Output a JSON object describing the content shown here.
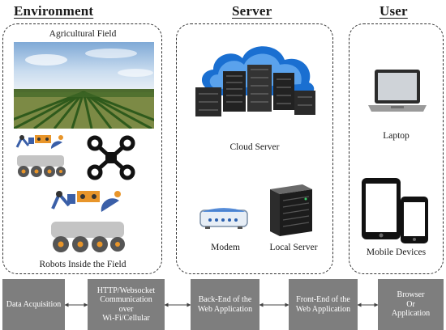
{
  "headings": {
    "environment": "Environment",
    "server": "Server",
    "user": "User"
  },
  "environment": {
    "field_label": "Agricultural Field",
    "robots_label": "Robots Inside the Field",
    "field_image": "vineyard-photo",
    "robot_icons": [
      "robot-rover-icon",
      "quadcopter-drone-icon",
      "robot-rover-large-icon"
    ]
  },
  "server": {
    "cloud_label": "Cloud Server",
    "modem_label": "Modem",
    "local_server_label": "Local Server",
    "icons": [
      "cloud-server-icon",
      "modem-icon",
      "local-server-icon"
    ]
  },
  "user": {
    "laptop_label": "Laptop",
    "mobile_label": "Mobile Devices",
    "icons": [
      "laptop-icon",
      "tablet-icon",
      "phone-icon"
    ]
  },
  "pipeline": [
    {
      "lines": [
        "Data Acquisition"
      ]
    },
    {
      "lines": [
        "HTTP/Websocket",
        "Communication",
        "over",
        "Wi-Fi/Cellular"
      ]
    },
    {
      "lines": [
        "Back-End of the",
        "Web Application"
      ]
    },
    {
      "lines": [
        "Front-End of the",
        "Web Application"
      ]
    },
    {
      "lines": [
        "Browser",
        "Or",
        "Application"
      ]
    }
  ],
  "colors": {
    "pipeline_box": "#7e7e7e",
    "panel_border": "#333333",
    "server_blue": "#1a6fd1",
    "robot_blue": "#3a5fa8",
    "robot_orange": "#e8952a"
  }
}
